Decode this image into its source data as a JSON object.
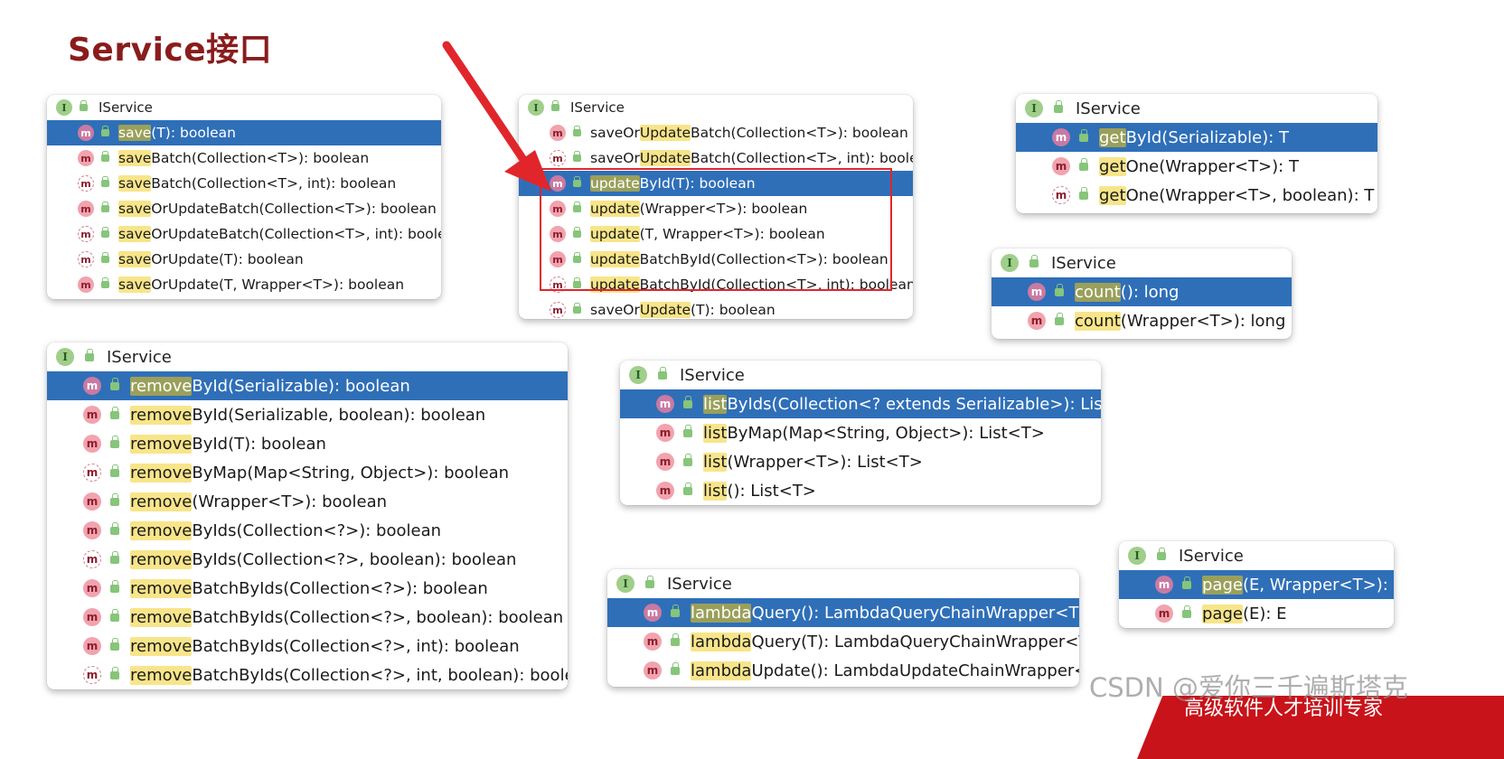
{
  "title": "Service接口",
  "watermark": "CSDN @爱你三千遍斯塔克",
  "banner_text": "高级软件人才培训专家",
  "colors": {
    "title": "#8a1c1c",
    "selection": "#2f6fb8",
    "highlight": "#f8e58a",
    "red_frame": "#e0262b"
  },
  "panels": {
    "save": {
      "interface": "IService",
      "rows": [
        {
          "icon": "method-icon",
          "hl": "save",
          "rest": "(T): boolean"
        },
        {
          "icon": "method-icon",
          "hl": "save",
          "rest": "Batch(Collection<T>): boolean"
        },
        {
          "icon": "abstract-method-icon",
          "hl": "save",
          "rest": "Batch(Collection<T>, int): boolean"
        },
        {
          "icon": "method-icon",
          "hl": "save",
          "rest": "OrUpdateBatch(Collection<T>): boolean"
        },
        {
          "icon": "abstract-method-icon",
          "hl": "save",
          "rest": "OrUpdateBatch(Collection<T>, int): boolean"
        },
        {
          "icon": "abstract-method-icon",
          "hl": "save",
          "rest": "OrUpdate(T): boolean"
        },
        {
          "icon": "method-icon",
          "hl": "save",
          "rest": "OrUpdate(T, Wrapper<T>): boolean"
        }
      ]
    },
    "update": {
      "interface": "IService",
      "rows": [
        {
          "icon": "method-icon",
          "pre": "saveOr",
          "hl": "Update",
          "rest": "Batch(Collection<T>): boolean"
        },
        {
          "icon": "abstract-method-icon",
          "pre": "saveOr",
          "hl": "Update",
          "rest": "Batch(Collection<T>, int): boolean"
        },
        {
          "icon": "method-icon",
          "pre": "",
          "hl": "update",
          "rest": "ById(T): boolean"
        },
        {
          "icon": "method-icon",
          "pre": "",
          "hl": "update",
          "rest": "(Wrapper<T>): boolean"
        },
        {
          "icon": "method-icon",
          "pre": "",
          "hl": "update",
          "rest": "(T, Wrapper<T>): boolean"
        },
        {
          "icon": "method-icon",
          "pre": "",
          "hl": "update",
          "rest": "BatchById(Collection<T>): boolean"
        },
        {
          "icon": "abstract-method-icon",
          "pre": "",
          "hl": "update",
          "rest": "BatchById(Collection<T>, int): boolean"
        },
        {
          "icon": "abstract-method-icon",
          "pre": "saveOr",
          "hl": "Update",
          "rest": "(T): boolean"
        }
      ]
    },
    "get": {
      "interface": "IService",
      "rows": [
        {
          "icon": "method-icon",
          "hl": "get",
          "rest": "ById(Serializable): T"
        },
        {
          "icon": "method-icon",
          "hl": "get",
          "rest": "One(Wrapper<T>): T"
        },
        {
          "icon": "abstract-method-icon",
          "hl": "get",
          "rest": "One(Wrapper<T>, boolean): T"
        }
      ]
    },
    "count": {
      "interface": "IService",
      "rows": [
        {
          "icon": "method-icon",
          "hl": "count",
          "rest": "(): long"
        },
        {
          "icon": "method-icon",
          "hl": "count",
          "rest": "(Wrapper<T>): long"
        }
      ]
    },
    "remove": {
      "interface": "IService",
      "rows": [
        {
          "icon": "method-icon",
          "hl": "remove",
          "rest": "ById(Serializable): boolean"
        },
        {
          "icon": "method-icon",
          "hl": "remove",
          "rest": "ById(Serializable, boolean): boolean"
        },
        {
          "icon": "method-icon",
          "hl": "remove",
          "rest": "ById(T): boolean"
        },
        {
          "icon": "abstract-method-icon",
          "hl": "remove",
          "rest": "ByMap(Map<String, Object>): boolean"
        },
        {
          "icon": "method-icon",
          "hl": "remove",
          "rest": "(Wrapper<T>): boolean"
        },
        {
          "icon": "method-icon",
          "hl": "remove",
          "rest": "ByIds(Collection<?>): boolean"
        },
        {
          "icon": "abstract-method-icon",
          "hl": "remove",
          "rest": "ByIds(Collection<?>, boolean): boolean"
        },
        {
          "icon": "method-icon",
          "hl": "remove",
          "rest": "BatchByIds(Collection<?>): boolean"
        },
        {
          "icon": "method-icon",
          "hl": "remove",
          "rest": "BatchByIds(Collection<?>, boolean): boolean"
        },
        {
          "icon": "method-icon",
          "hl": "remove",
          "rest": "BatchByIds(Collection<?>, int): boolean"
        },
        {
          "icon": "abstract-method-icon",
          "hl": "remove",
          "rest": "BatchByIds(Collection<?>, int, boolean): boolean"
        }
      ]
    },
    "list": {
      "interface": "IService",
      "rows": [
        {
          "icon": "method-icon",
          "hl": "list",
          "rest": "ByIds(Collection<? extends Serializable>): List<T>"
        },
        {
          "icon": "method-icon",
          "hl": "list",
          "rest": "ByMap(Map<String, Object>): List<T>"
        },
        {
          "icon": "method-icon",
          "hl": "list",
          "rest": "(Wrapper<T>): List<T>"
        },
        {
          "icon": "method-icon",
          "hl": "list",
          "rest": "(): List<T>"
        }
      ]
    },
    "page": {
      "interface": "IService",
      "rows": [
        {
          "icon": "method-icon",
          "hl": "page",
          "rest": "(E, Wrapper<T>): E"
        },
        {
          "icon": "method-icon",
          "hl": "page",
          "rest": "(E): E"
        }
      ]
    },
    "lambda": {
      "interface": "IService",
      "rows": [
        {
          "icon": "method-icon",
          "hl": "lambda",
          "rest": "Query(): LambdaQueryChainWrapper<T>"
        },
        {
          "icon": "method-icon",
          "hl": "lambda",
          "rest": "Query(T): LambdaQueryChainWrapper<T>"
        },
        {
          "icon": "method-icon",
          "hl": "lambda",
          "rest": "Update(): LambdaUpdateChainWrapper<T>"
        }
      ]
    }
  }
}
